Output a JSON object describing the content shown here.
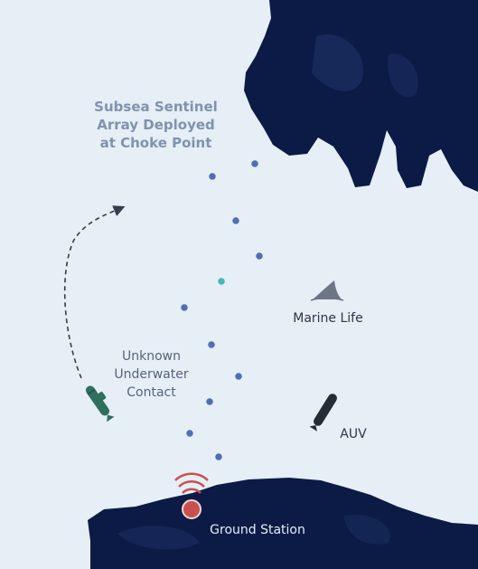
{
  "diagram": {
    "title_lines": [
      "Subsea Sentinel",
      "Array Deployed",
      "at Choke Point"
    ],
    "contact_lines": [
      "Unknown",
      "Underwater",
      "Contact"
    ],
    "marine_label": "Marine Life",
    "auv_label": "AUV",
    "station_label": "Ground Station"
  },
  "colors": {
    "land": "#0b1b45",
    "water": "#e6eef6",
    "sensor": "#4f6fb4",
    "sensor_active": "#45b8b5",
    "contact": "#2f6f5e",
    "station": "#c9504e",
    "shark": "#6c7686",
    "auv": "#252c36"
  },
  "icons": [
    "shark-fin-icon",
    "submarine-icon",
    "auv-icon",
    "wifi-signal-icon"
  ]
}
